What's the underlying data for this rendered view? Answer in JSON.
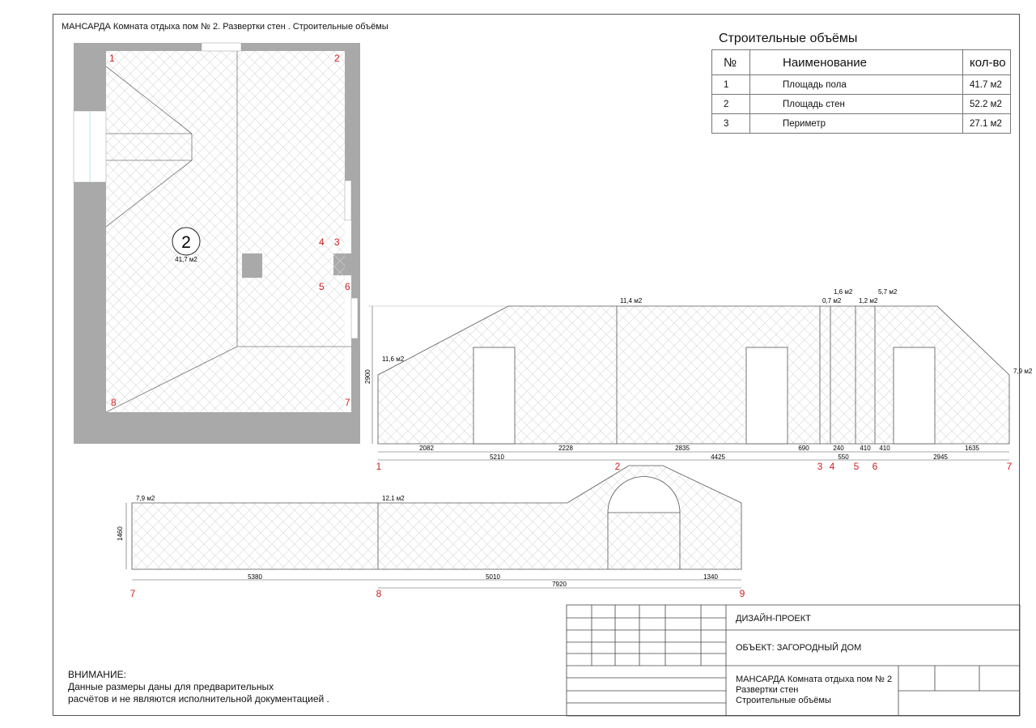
{
  "sheet_title": "МАНСАРДА  Комната отдыха пом  № 2. Развертки стен . Строительные объёмы",
  "volumes": {
    "title": "Строительные объёмы",
    "headers": [
      "№",
      "Наименование",
      "кол-во"
    ],
    "rows": [
      {
        "num": "1",
        "name": "Площадь пола",
        "value": "41.7 м2"
      },
      {
        "num": "2",
        "name": "Площадь стен",
        "value": "52.2 м2"
      },
      {
        "num": "3",
        "name": "Периметр",
        "value": "27.1 м2"
      }
    ]
  },
  "plan": {
    "room_number": "2",
    "room_area": "41,7 м2",
    "corners": [
      "1",
      "2",
      "3",
      "4",
      "5",
      "6",
      "7",
      "8"
    ]
  },
  "elevation1": {
    "height_label": "2900",
    "area_labels": [
      "11,6 м2",
      "11,4 м2",
      "0,7 м2",
      "1,6 м2",
      "1,2 м2",
      "5,7 м2",
      "7,9 м2"
    ],
    "dims_top": [
      "2082",
      "2228",
      "2835",
      "690",
      "240",
      "410",
      "410",
      "1635"
    ],
    "dims_bottom": [
      "5210",
      "4425",
      "550",
      "2945"
    ],
    "points": [
      "1",
      "2",
      "3",
      "4",
      "5",
      "6",
      "7"
    ]
  },
  "elevation2": {
    "height_label": "1460",
    "area_labels": [
      "7,9 м2",
      "12,1 м2"
    ],
    "dims_top": [
      "5380",
      "5010",
      "1340"
    ],
    "dims_bottom": [
      "7920"
    ],
    "points": [
      "7",
      "8",
      "9"
    ]
  },
  "warning": {
    "title": "ВНИМАНИЕ:",
    "line1": "Данные размеры даны для предварительных",
    "line2": "расчётов и не являются исполнительной документацией ."
  },
  "stamp": {
    "project": "ДИЗАЙН-ПРОЕКТ",
    "object": "ОБЪЕКТ: ЗАГОРОДНЫЙ ДОМ",
    "sheet_line1": "МАНСАРДА  Комната отдыха пом  № 2",
    "sheet_line2": "Развертки стен",
    "sheet_line3": "Строительные объёмы"
  }
}
